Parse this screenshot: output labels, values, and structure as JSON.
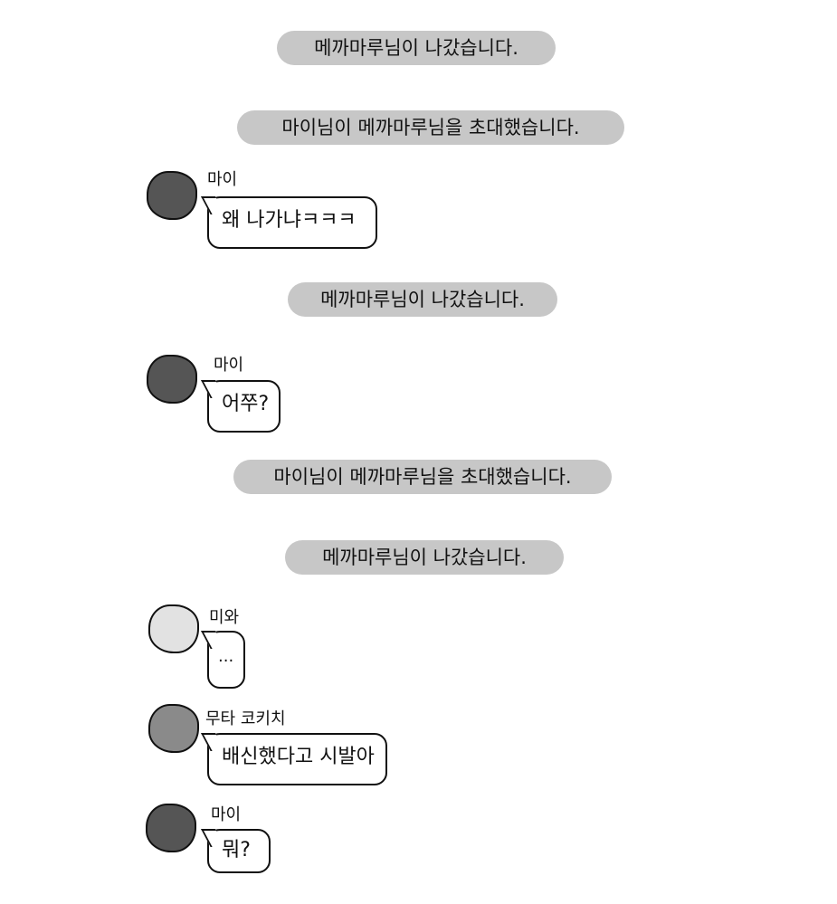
{
  "colors": {
    "pill": "#c7c7c7",
    "avatar_dark": "#555555",
    "avatar_light": "#e2e2e2",
    "avatar_mid": "#8a8a8a",
    "ink": "#111111"
  },
  "messages": {
    "sys1": "메까마루님이 나갔습니다.",
    "sys2": "마이님이 메까마루님을 초대했습니다.",
    "msg1": {
      "sender": "마이",
      "text": "왜 나가냐ㅋㅋㅋ"
    },
    "sys3": "메까마루님이 나갔습니다.",
    "msg2": {
      "sender": "마이",
      "text": "어쭈?"
    },
    "sys4": "마이님이 메까마루님을 초대했습니다.",
    "sys5": "메까마루님이 나갔습니다.",
    "msg3": {
      "sender": "미와",
      "text": "..."
    },
    "msg4": {
      "sender": "무타 코키치",
      "text": "배신했다고 시발아"
    },
    "msg5": {
      "sender": "마이",
      "text": "뭐?"
    }
  }
}
